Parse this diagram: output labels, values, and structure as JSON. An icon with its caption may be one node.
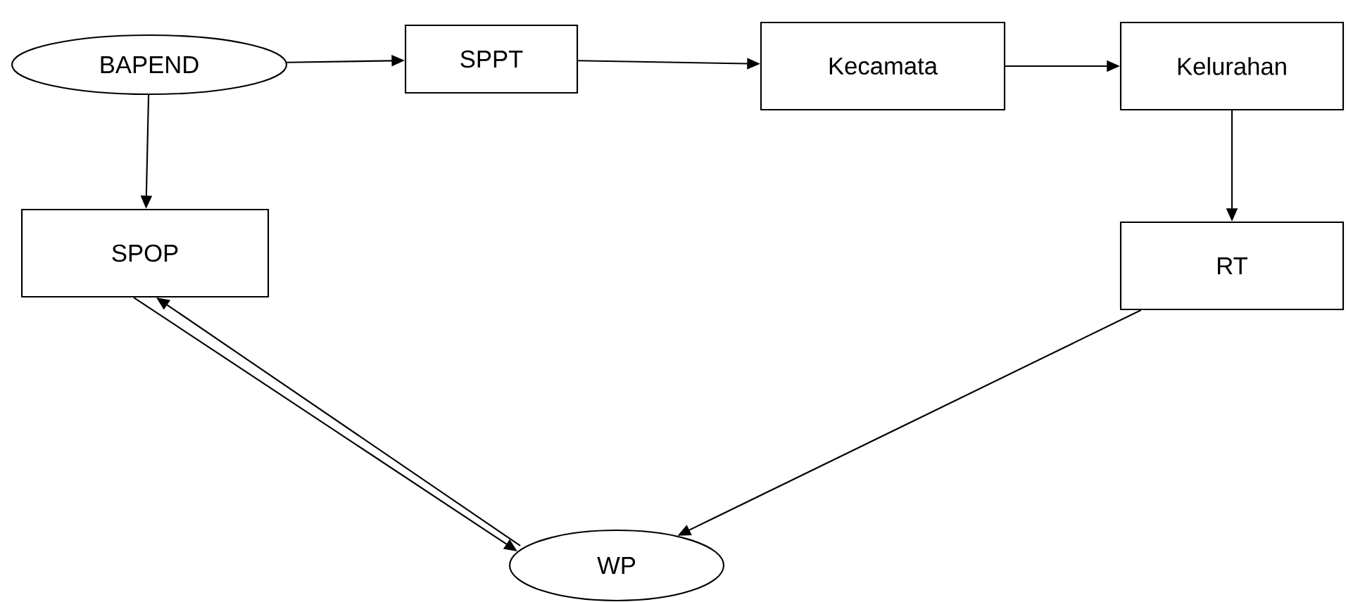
{
  "diagram": {
    "nodes": [
      {
        "text": [
          "BAPEND"
        ]
      },
      {
        "text": [
          "SPPT"
        ]
      },
      {
        "text": [
          "Kecamata"
        ]
      },
      {
        "text": [
          "Kelurahan"
        ]
      },
      {
        "text": [
          "SPOP"
        ]
      },
      {
        "text": [
          "RT"
        ]
      },
      {
        "text": [
          "WP"
        ]
      }
    ],
    "edges": [
      {
        "from": 0,
        "to": 1,
        "arrow": "to"
      },
      {
        "from": 1,
        "to": 2,
        "arrow": "to"
      },
      {
        "from": 2,
        "to": 3,
        "arrow": "to"
      },
      {
        "from": 0,
        "to": 4,
        "arrow": "to"
      },
      {
        "from": 3,
        "to": 5,
        "arrow": "to"
      },
      {
        "from": 4,
        "to": 6,
        "arrow": "to"
      },
      {
        "from": 6,
        "to": 4,
        "arrow": "to"
      },
      {
        "from": 5,
        "to": 6,
        "arrow": "to"
      }
    ]
  }
}
